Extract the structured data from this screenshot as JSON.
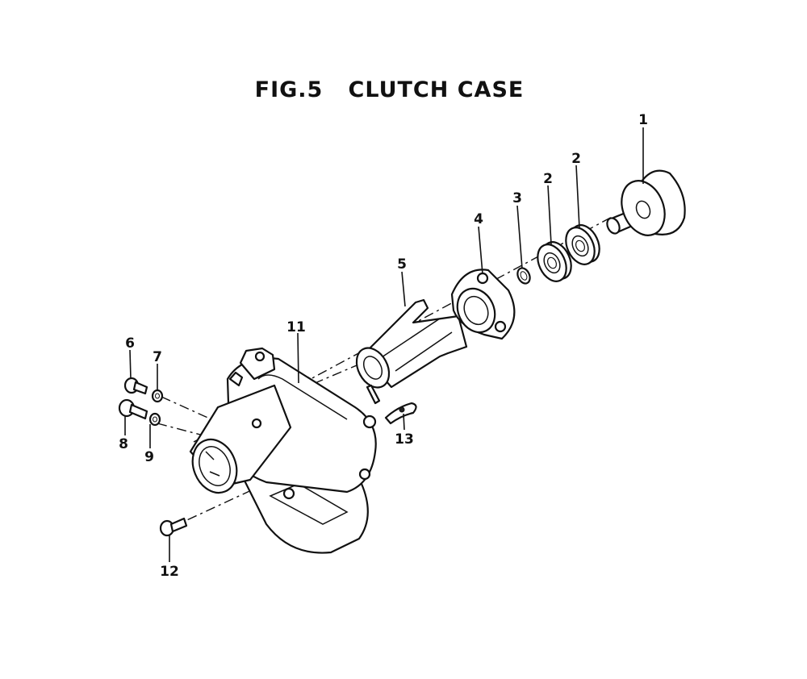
{
  "title": "FIG.5   CLUTCH CASE",
  "callouts": [
    "1",
    "2",
    "2",
    "3",
    "4",
    "5",
    "6",
    "7",
    "8",
    "9",
    "11",
    "12",
    "13"
  ]
}
